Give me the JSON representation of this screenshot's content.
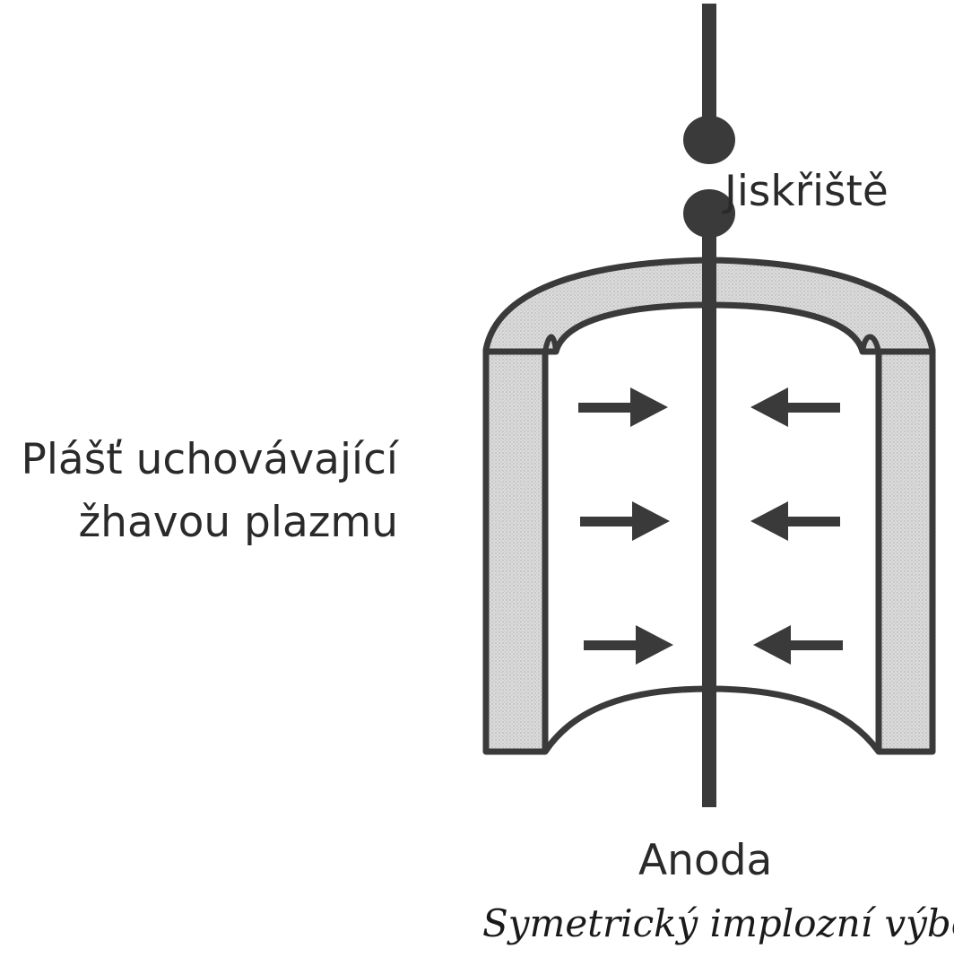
{
  "labels": {
    "spark_gap": "Jiskřiště",
    "shell_line1": "Plášť uchovávající",
    "shell_line2": "žhavou plazmu",
    "anode": "Anoda",
    "caption": "Symetrický implozní výboj"
  },
  "colors": {
    "stroke": "#3a3a3a",
    "fill_shell": "#d4d4d4",
    "background": "#ffffff",
    "text": "#2a2a2a"
  },
  "arrows": {
    "left_column_direction": "right",
    "right_column_direction": "left",
    "rows": 3
  }
}
